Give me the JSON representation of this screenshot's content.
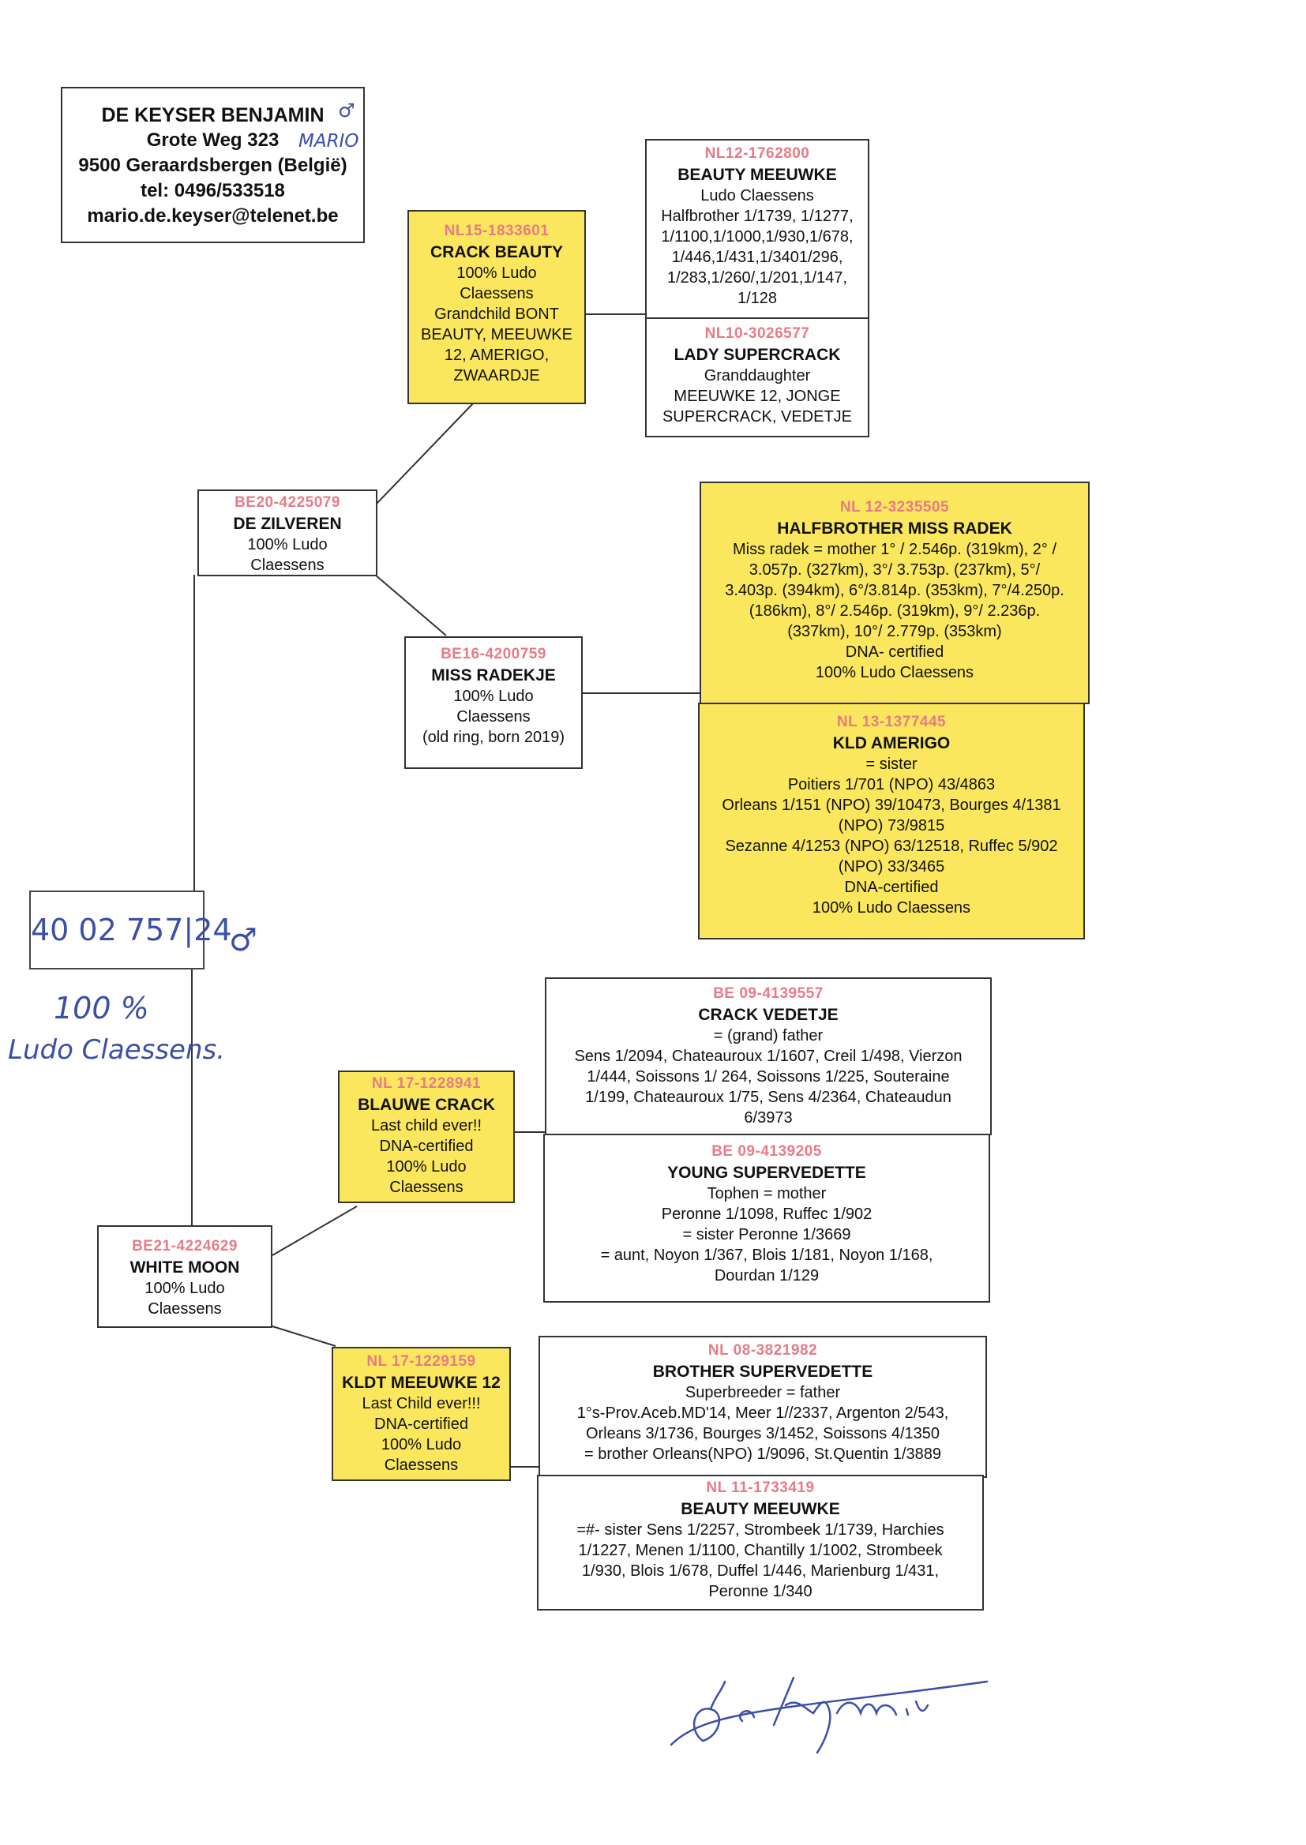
{
  "owner": {
    "name": "DE KEYSER BENJAMIN",
    "address": "Grote Weg 323",
    "city": "9500 Geraardsbergen (België)",
    "tel": "tel: 0496/533518",
    "email": "mario.de.keyser@telenet.be"
  },
  "handwriting": {
    "sex_mark": "♂",
    "owner_note": "MARIO",
    "ring": "40 02 757|24",
    "bird_sex": "♂",
    "pct": "100 %",
    "breeder": "Ludo Claessens."
  },
  "pedigree": {
    "sire": {
      "ring": "BE20-4225079",
      "name": "DE ZILVEREN",
      "info": "100% Ludo\nClaessens"
    },
    "sire_sire": {
      "ring": "NL15-1833601",
      "name": "CRACK BEAUTY",
      "info": "100% Ludo\nClaessens\nGrandchild BONT\nBEAUTY, MEEUWKE\n12, AMERIGO,\nZWAARDJE"
    },
    "sss": {
      "ring": "NL12-1762800",
      "name": "BEAUTY MEEUWKE",
      "info": "Ludo Claessens\nHalfbrother 1/1739, 1/1277,\n1/1100,1/1000,1/930,1/678,\n1/446,1/431,1/3401/296,\n1/283,1/260/,1/201,1/147,\n1/128"
    },
    "ssd": {
      "ring": "NL10-3026577",
      "name": "LADY SUPERCRACK",
      "info": "Granddaughter\nMEEUWKE 12, JONGE\nSUPERCRACK, VEDETJE"
    },
    "sire_dam": {
      "ring": "BE16-4200759",
      "name": "MISS RADEKJE",
      "info": "100% Ludo\nClaessens\n(old ring, born 2019)"
    },
    "sds": {
      "ring": "NL 12-3235505",
      "name": "HALFBROTHER MISS RADEK",
      "info": "Miss radek = mother 1° / 2.546p. (319km), 2° /\n3.057p. (327km), 3°/ 3.753p. (237km), 5°/\n3.403p. (394km), 6°/3.814p. (353km), 7°/4.250p.\n(186km), 8°/ 2.546p. (319km), 9°/ 2.236p.\n(337km), 10°/ 2.779p. (353km)\nDNA- certified\n100% Ludo Claessens"
    },
    "sdd": {
      "ring": "NL 13-1377445",
      "name": "KLD AMERIGO",
      "info": "= sister\nPoitiers 1/701 (NPO) 43/4863\nOrleans 1/151 (NPO) 39/10473, Bourges 4/1381\n(NPO) 73/9815\nSezanne 4/1253 (NPO) 63/12518, Ruffec 5/902\n(NPO) 33/3465\nDNA-certified\n100% Ludo Claessens"
    },
    "dam": {
      "ring": "BE21-4224629",
      "name": "WHITE MOON",
      "info": "100% Ludo\nClaessens"
    },
    "dam_sire": {
      "ring": "NL 17-1228941",
      "name": "BLAUWE CRACK",
      "info": "Last child ever!!\nDNA-certified\n100% Ludo\nClaessens"
    },
    "dss": {
      "ring": "BE 09-4139557",
      "name": "CRACK VEDETJE",
      "info": "= (grand) father\nSens 1/2094, Chateauroux 1/1607, Creil 1/498, Vierzon\n1/444, Soissons 1/ 264, Soissons 1/225, Souteraine\n1/199, Chateauroux 1/75, Sens 4/2364, Chateaudun\n6/3973"
    },
    "dsd": {
      "ring": "BE 09-4139205",
      "name": "YOUNG SUPERVEDETTE",
      "info": "Tophen = mother\nPeronne 1/1098, Ruffec 1/902\n= sister Peronne 1/3669\n= aunt, Noyon 1/367, Blois 1/181, Noyon 1/168,\nDourdan 1/129"
    },
    "dam_dam": {
      "ring": "NL 17-1229159",
      "name": "KLDT MEEUWKE 12",
      "info": "Last Child ever!!!\nDNA-certified\n100% Ludo\nClaessens"
    },
    "dds": {
      "ring": "NL 08-3821982",
      "name": "BROTHER SUPERVEDETTE",
      "info": "Superbreeder = father\n1°s-Prov.Aceb.MD'14, Meer 1//2337, Argenton 2/543,\nOrleans 3/1736, Bourges 3/1452, Soissons 4/1350\n= brother Orleans(NPO) 1/9096, St.Quentin 1/3889"
    },
    "ddd": {
      "ring": "NL 11-1733419",
      "name": "BEAUTY MEEUWKE",
      "info": "=#- sister Sens 1/2257, Strombeek 1/1739, Harchies\n1/1227, Menen 1/1100, Chantilly 1/1002, Strombeek\n1/930, Blois 1/678, Duffel 1/446, Marienburg 1/431,\nPeronne 1/340"
    }
  }
}
